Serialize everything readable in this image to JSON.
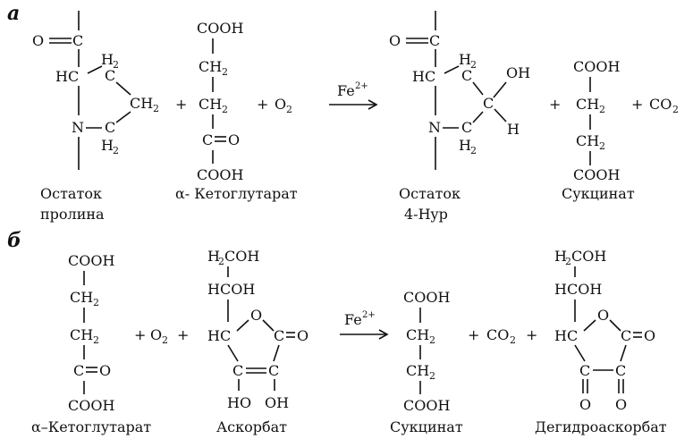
{
  "panels": {
    "a": {
      "letter": "а"
    },
    "b": {
      "letter": "б"
    }
  },
  "atoms": {
    "O": "O",
    "C": "C",
    "HC": "HC",
    "H": "H",
    "N": "N",
    "OH": "OH",
    "HO": "HO",
    "COOH": "COOH",
    "HCOH": "HCOH",
    "H2COH_pre": "H",
    "H2COH_post": "COH",
    "H2": "H",
    "CH2_pre": "CH",
    "sub2": "2",
    "plus": "+",
    "eq": "="
  },
  "reagents": {
    "O2_main": "O",
    "CO2_main": "CO",
    "Fe_main": "Fe",
    "Fe_charge": "2+"
  },
  "labels": {
    "a_proline_1": "Остаток",
    "a_proline_2": "пролина",
    "a_ketoglutarate": "α- Кетоглутарат",
    "a_hyp_1": "Остаток",
    "a_hyp_2": "4-Hyp",
    "a_succinate": "Сукцинат",
    "b_ketoglutarate": "α–Кетоглутарат",
    "b_ascorbate": "Аскорбат",
    "b_succinate": "Сукцинат",
    "b_dehydroascorbate": "Дегидроаскорбат"
  }
}
